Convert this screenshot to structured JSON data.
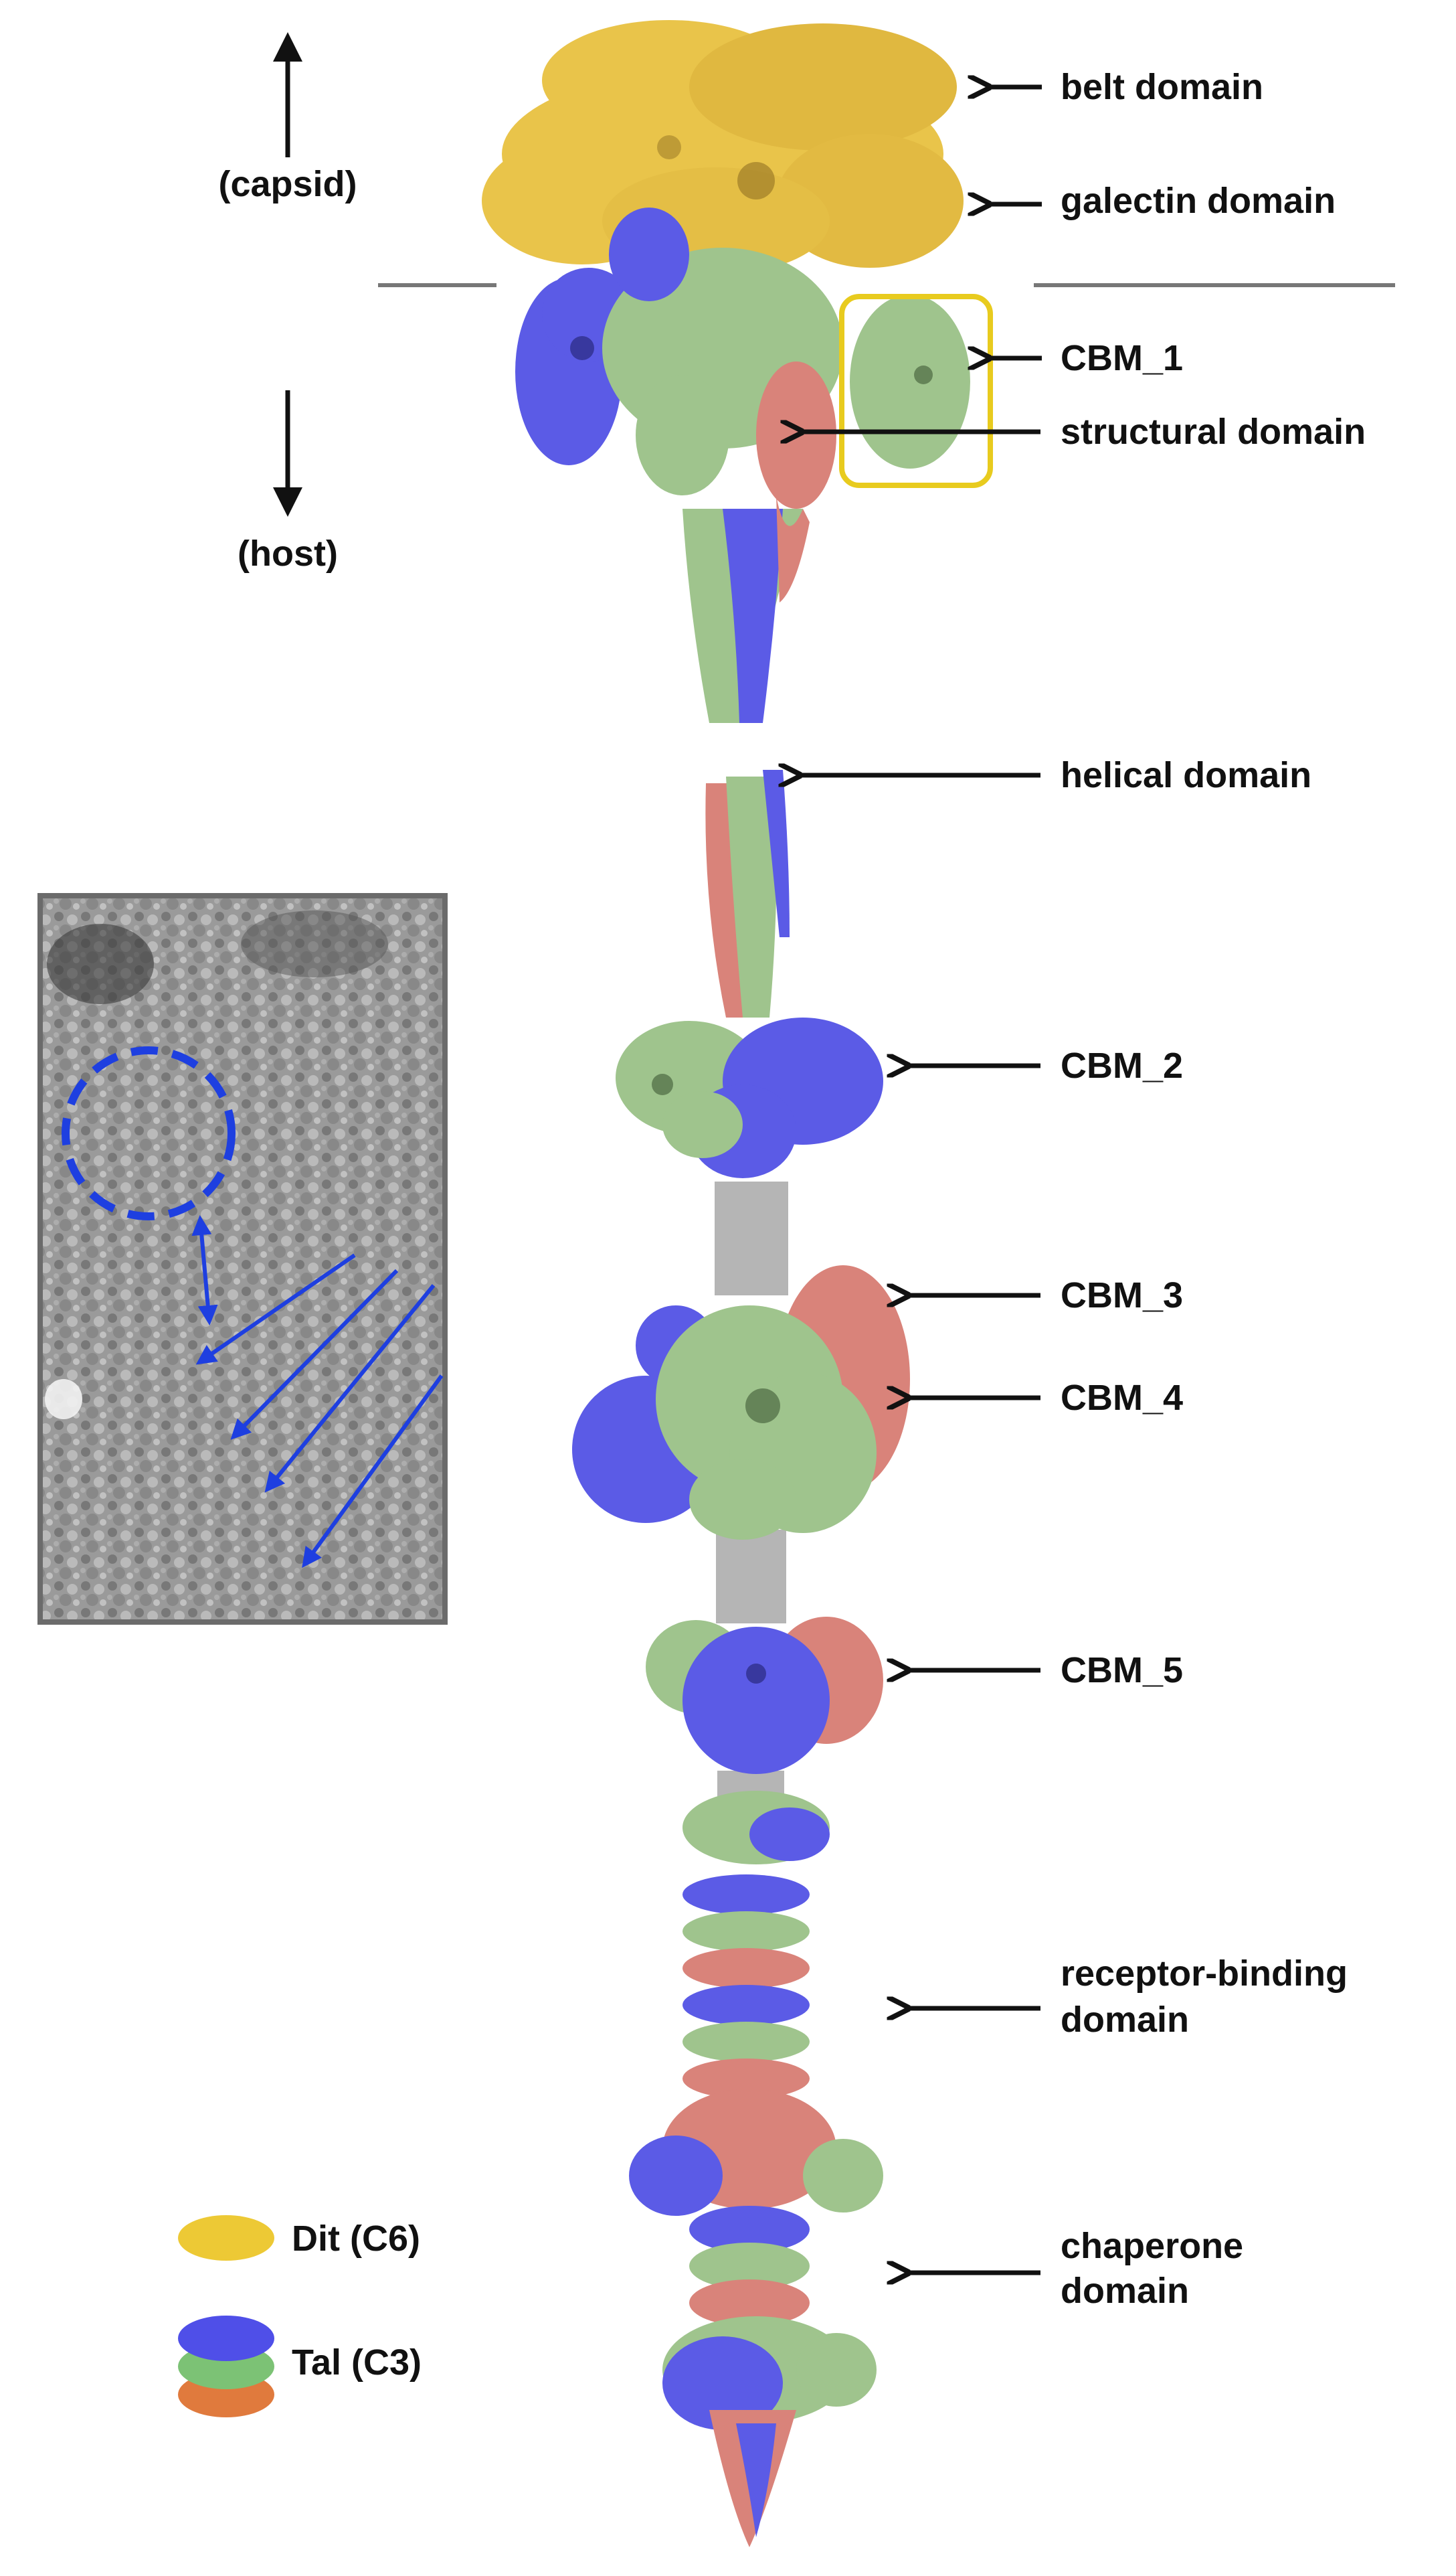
{
  "orientation": {
    "up_label": "(capsid)",
    "down_label": "(host)"
  },
  "labels": {
    "belt": "belt domain",
    "galectin": "galectin domain",
    "cbm1": "CBM_1",
    "structural": "structural domain",
    "helical": "helical domain",
    "cbm2": "CBM_2",
    "cbm3": "CBM_3",
    "cbm4": "CBM_4",
    "cbm5": "CBM_5",
    "receptor_line1": "receptor-binding",
    "receptor_line2": "domain",
    "chaperone_line1": "chaperone",
    "chaperone_line2": "domain"
  },
  "legend": {
    "dit": "Dit (C6)",
    "tal": "Tal (C3)"
  },
  "colors": {
    "dit_yellow": "#E9C44A",
    "tal_blue": "#5B5BE6",
    "tal_green": "#9FC48D",
    "tal_red": "#D9837A",
    "linker_gray": "#B5B5B5",
    "highlight_box": "#E8CB1E",
    "annotation_blue": "#1E3FE0",
    "legend_yellow": "#EDC935",
    "legend_blue": "#4F4FE8",
    "legend_green": "#7CC275",
    "legend_orange": "#E07A3D"
  }
}
